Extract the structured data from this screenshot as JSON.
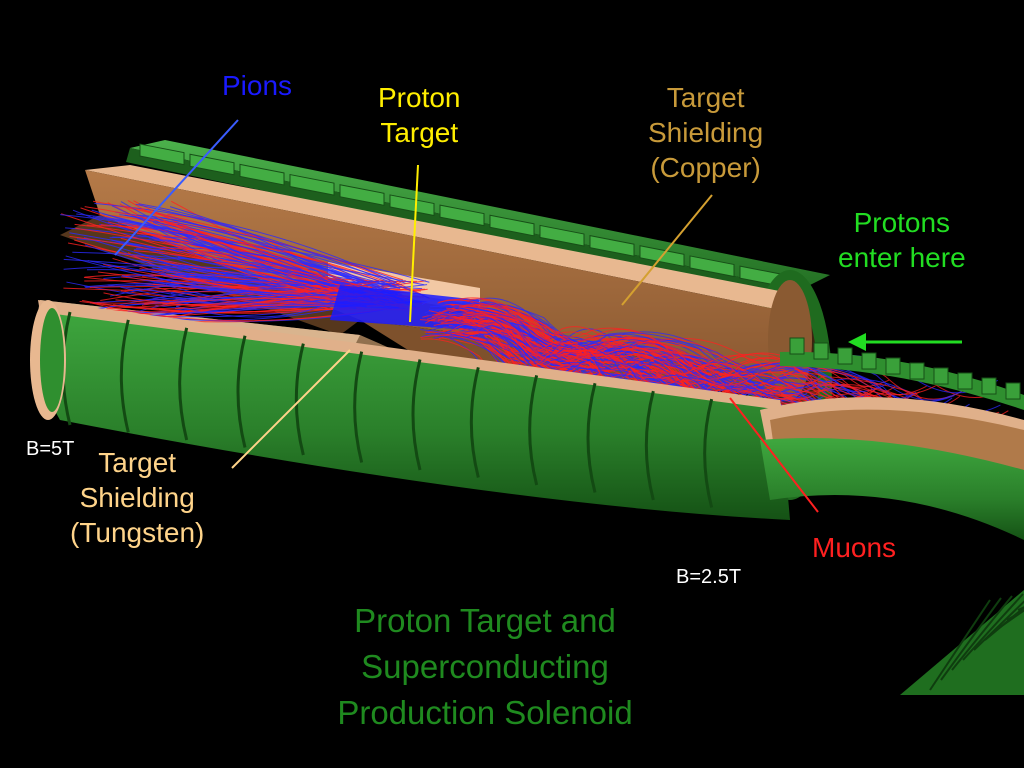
{
  "labels": {
    "pions": "Pions",
    "proton_target": [
      "Proton",
      "Target"
    ],
    "shielding_copper": [
      "Target",
      "Shielding",
      "(Copper)"
    ],
    "protons_enter": [
      "Protons",
      "enter here"
    ],
    "field_5t": "B=5T",
    "shielding_tungsten": [
      "Target",
      "Shielding",
      "(Tungsten)"
    ],
    "muons": "Muons",
    "field_2_5t": "B=2.5T"
  },
  "title": [
    "Proton Target and",
    "Superconducting",
    "Production Solenoid"
  ],
  "colors": {
    "background": "#000000",
    "coil_green": "#2e8b2e",
    "coil_dark": "#155215",
    "copper": "#a26a3c",
    "copper_light": "#e6b48c",
    "tungsten": "#8b6a4a",
    "pions": "#1a1aff",
    "muons": "#ff2020",
    "proton_label": "#ffee00",
    "copper_label": "#c89a3a",
    "tungsten_label": "#ffd48a",
    "protons_label": "#22dd22",
    "title_green": "#1f8a1f"
  }
}
